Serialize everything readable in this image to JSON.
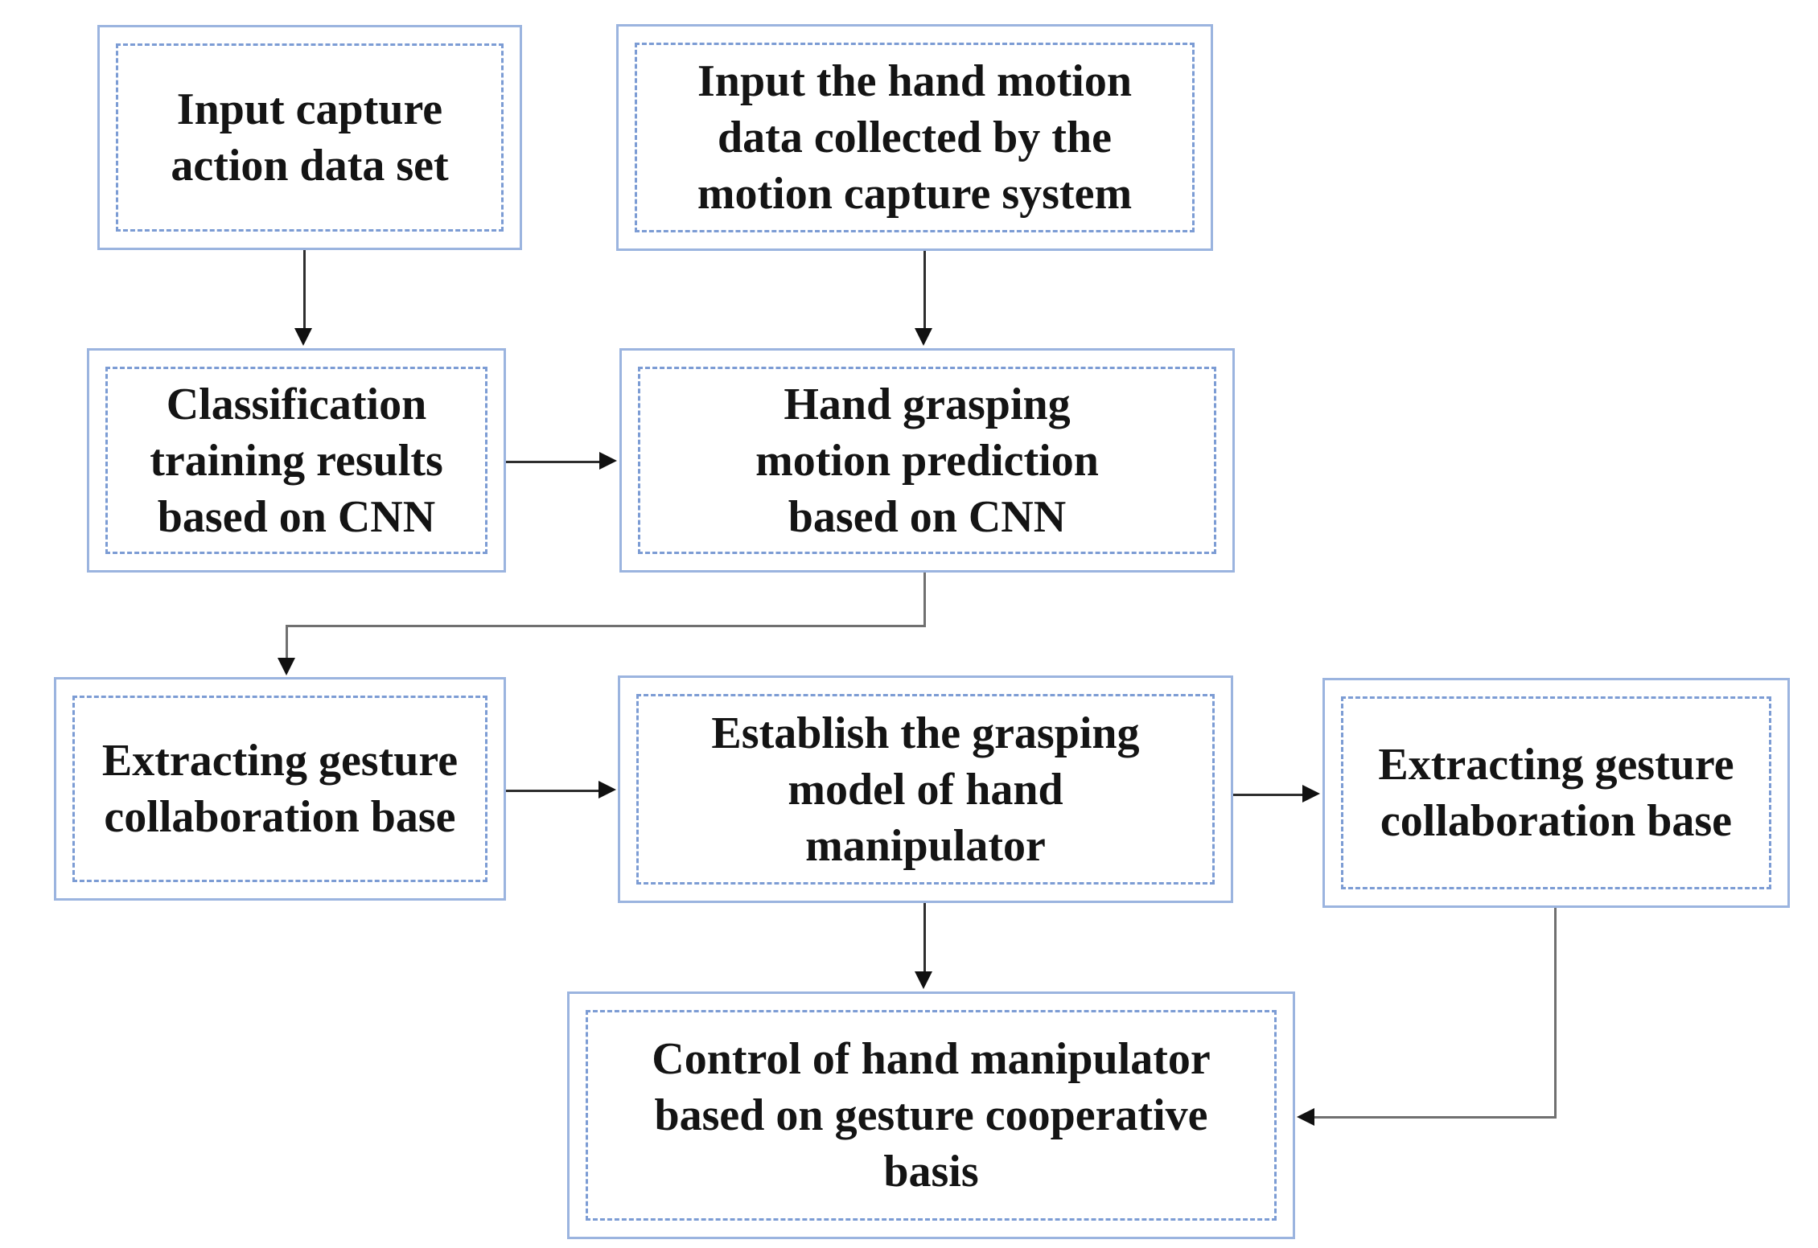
{
  "diagram": {
    "type": "flowchart",
    "colors": {
      "background": "#ffffff",
      "box_border": "#9bb4df",
      "box_dashed_border": "#7c9cd4",
      "text": "#141414",
      "connector": "#2e2e2e",
      "elbow_connector": "#707070",
      "arrowhead": "#111111"
    },
    "boxes": [
      {
        "id": "input-capture-dataset",
        "label": "Input capture\naction data set"
      },
      {
        "id": "input-hand-motion-data",
        "label": "Input the hand motion\ndata collected by the\nmotion capture system"
      },
      {
        "id": "classification-training-cnn",
        "label": "Classification\ntraining results\nbased on CNN"
      },
      {
        "id": "hand-grasping-prediction-cnn",
        "label": "Hand grasping\nmotion prediction\nbased on CNN"
      },
      {
        "id": "extracting-gesture-collaboration-base-left",
        "label": "Extracting gesture\ncollaboration base"
      },
      {
        "id": "establish-grasping-model",
        "label": "Establish the grasping\nmodel of hand\nmanipulator"
      },
      {
        "id": "extracting-gesture-collaboration-base-right",
        "label": "Extracting gesture\ncollaboration base"
      },
      {
        "id": "control-hand-manipulator",
        "label": "Control of hand manipulator\nbased on gesture cooperative\nbasis"
      }
    ],
    "connections": [
      {
        "from": "input-capture-dataset",
        "to": "classification-training-cnn",
        "shape": "straight-down"
      },
      {
        "from": "input-hand-motion-data",
        "to": "hand-grasping-prediction-cnn",
        "shape": "straight-down"
      },
      {
        "from": "classification-training-cnn",
        "to": "hand-grasping-prediction-cnn",
        "shape": "straight-right"
      },
      {
        "from": "hand-grasping-prediction-cnn",
        "to": "extracting-gesture-collaboration-base-left",
        "shape": "elbow-down-left-down"
      },
      {
        "from": "extracting-gesture-collaboration-base-left",
        "to": "establish-grasping-model",
        "shape": "straight-right"
      },
      {
        "from": "establish-grasping-model",
        "to": "extracting-gesture-collaboration-base-right",
        "shape": "straight-right"
      },
      {
        "from": "establish-grasping-model",
        "to": "control-hand-manipulator",
        "shape": "straight-down"
      },
      {
        "from": "extracting-gesture-collaboration-base-right",
        "to": "control-hand-manipulator",
        "shape": "elbow-down-left"
      }
    ]
  }
}
